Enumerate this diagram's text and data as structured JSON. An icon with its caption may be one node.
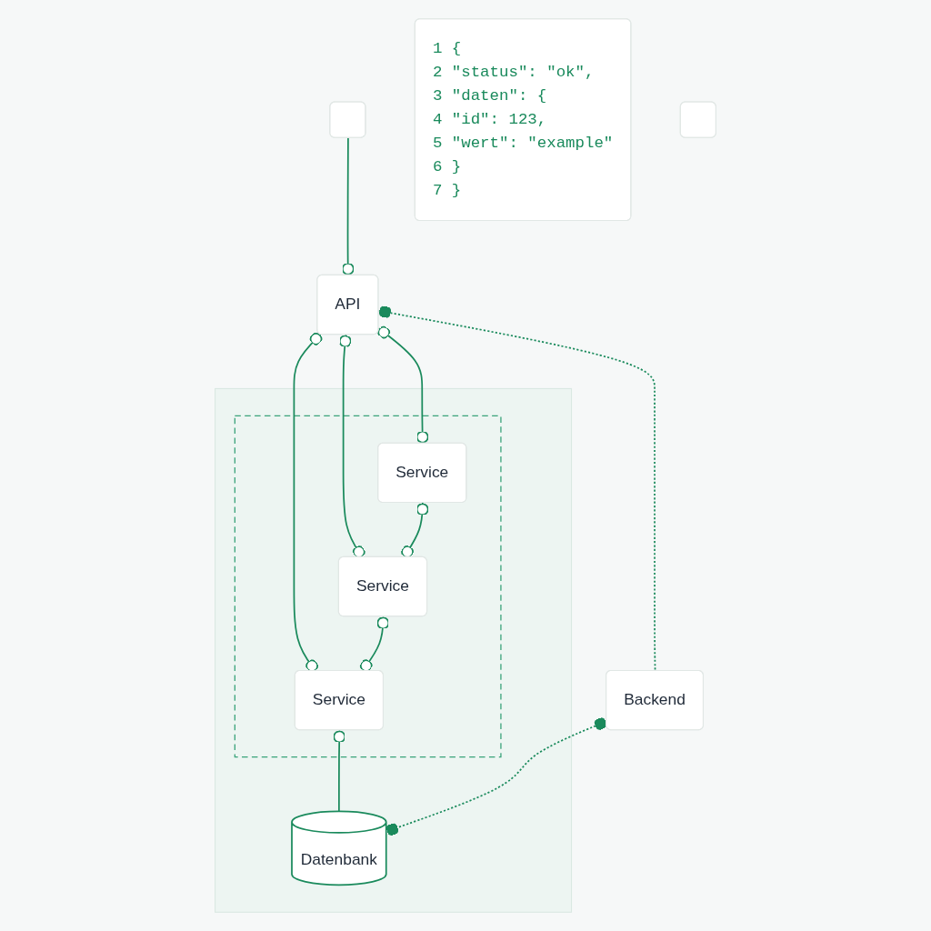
{
  "diagram": {
    "nodes": [
      {
        "text": [],
        "shape": "box"
      },
      {
        "text": [
          "API"
        ]
      },
      {
        "text": [],
        "shape": "box"
      },
      {
        "text": [],
        "shape": "box",
        "in": 2
      },
      {
        "text": [
          "Service"
        ],
        "in": 3
      },
      {
        "text": [
          "Service"
        ],
        "in": 3
      },
      {
        "text": [
          "Service"
        ],
        "in": 3
      },
      {
        "text": [
          "Backend"
        ]
      },
      {
        "text": [
          "Datenbank"
        ],
        "in": 2
      },
      {
        "text": [
          "1 {",
          "2 \"status\": \"ok\",",
          "3 \"daten\": {",
          "4 \"id\": 123,",
          "5 \"wert\": \"example\"",
          "6 }",
          "7 }"
        ]
      },
      {
        "text": [],
        "shape": "box"
      }
    ],
    "edges": [
      {
        "from": 0,
        "to": 1,
        "arrow": "other"
      },
      {
        "from": 1,
        "to": 4,
        "arrow": "other"
      },
      {
        "from": 1,
        "to": 5,
        "arrow": "other"
      },
      {
        "from": 1,
        "to": 6,
        "arrow": "other"
      },
      {
        "from": 4,
        "to": 5,
        "arrow": "other"
      },
      {
        "from": 5,
        "to": 6,
        "arrow": "other"
      },
      {
        "from": 6,
        "to": 8,
        "arrow": "other"
      },
      {
        "from": 1,
        "to": 7,
        "arrow": "other",
        "style": "dashed"
      },
      {
        "from": 7,
        "to": 8,
        "arrow": "other",
        "style": "dashed"
      }
    ]
  }
}
